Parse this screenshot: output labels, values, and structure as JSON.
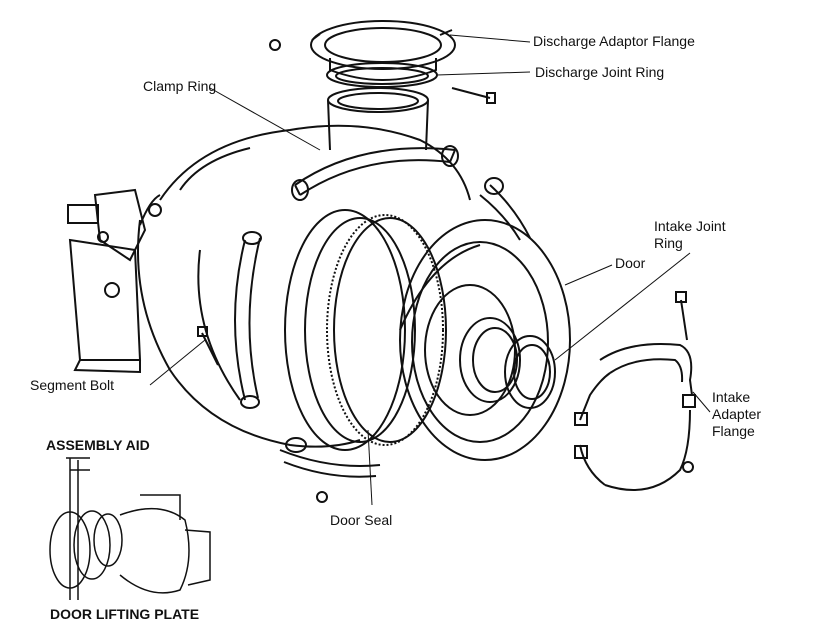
{
  "labels": {
    "discharge_adaptor_flange": "Discharge Adaptor Flange",
    "discharge_joint_ring": "Discharge Joint Ring",
    "clamp_ring": "Clamp Ring",
    "intake_joint_ring_1": "Intake Joint",
    "intake_joint_ring_2": "Ring",
    "door": "Door",
    "segment_bolt": "Segment Bolt",
    "intake_adapter_flange_1": "Intake",
    "intake_adapter_flange_2": "Adapter",
    "intake_adapter_flange_3": "Flange",
    "assembly_aid": "ASSEMBLY AID",
    "door_seal": "Door Seal",
    "door_lifting_plate": "DOOR LIFTING PLATE"
  },
  "colors": {
    "line": "#111111",
    "background": "#ffffff"
  }
}
